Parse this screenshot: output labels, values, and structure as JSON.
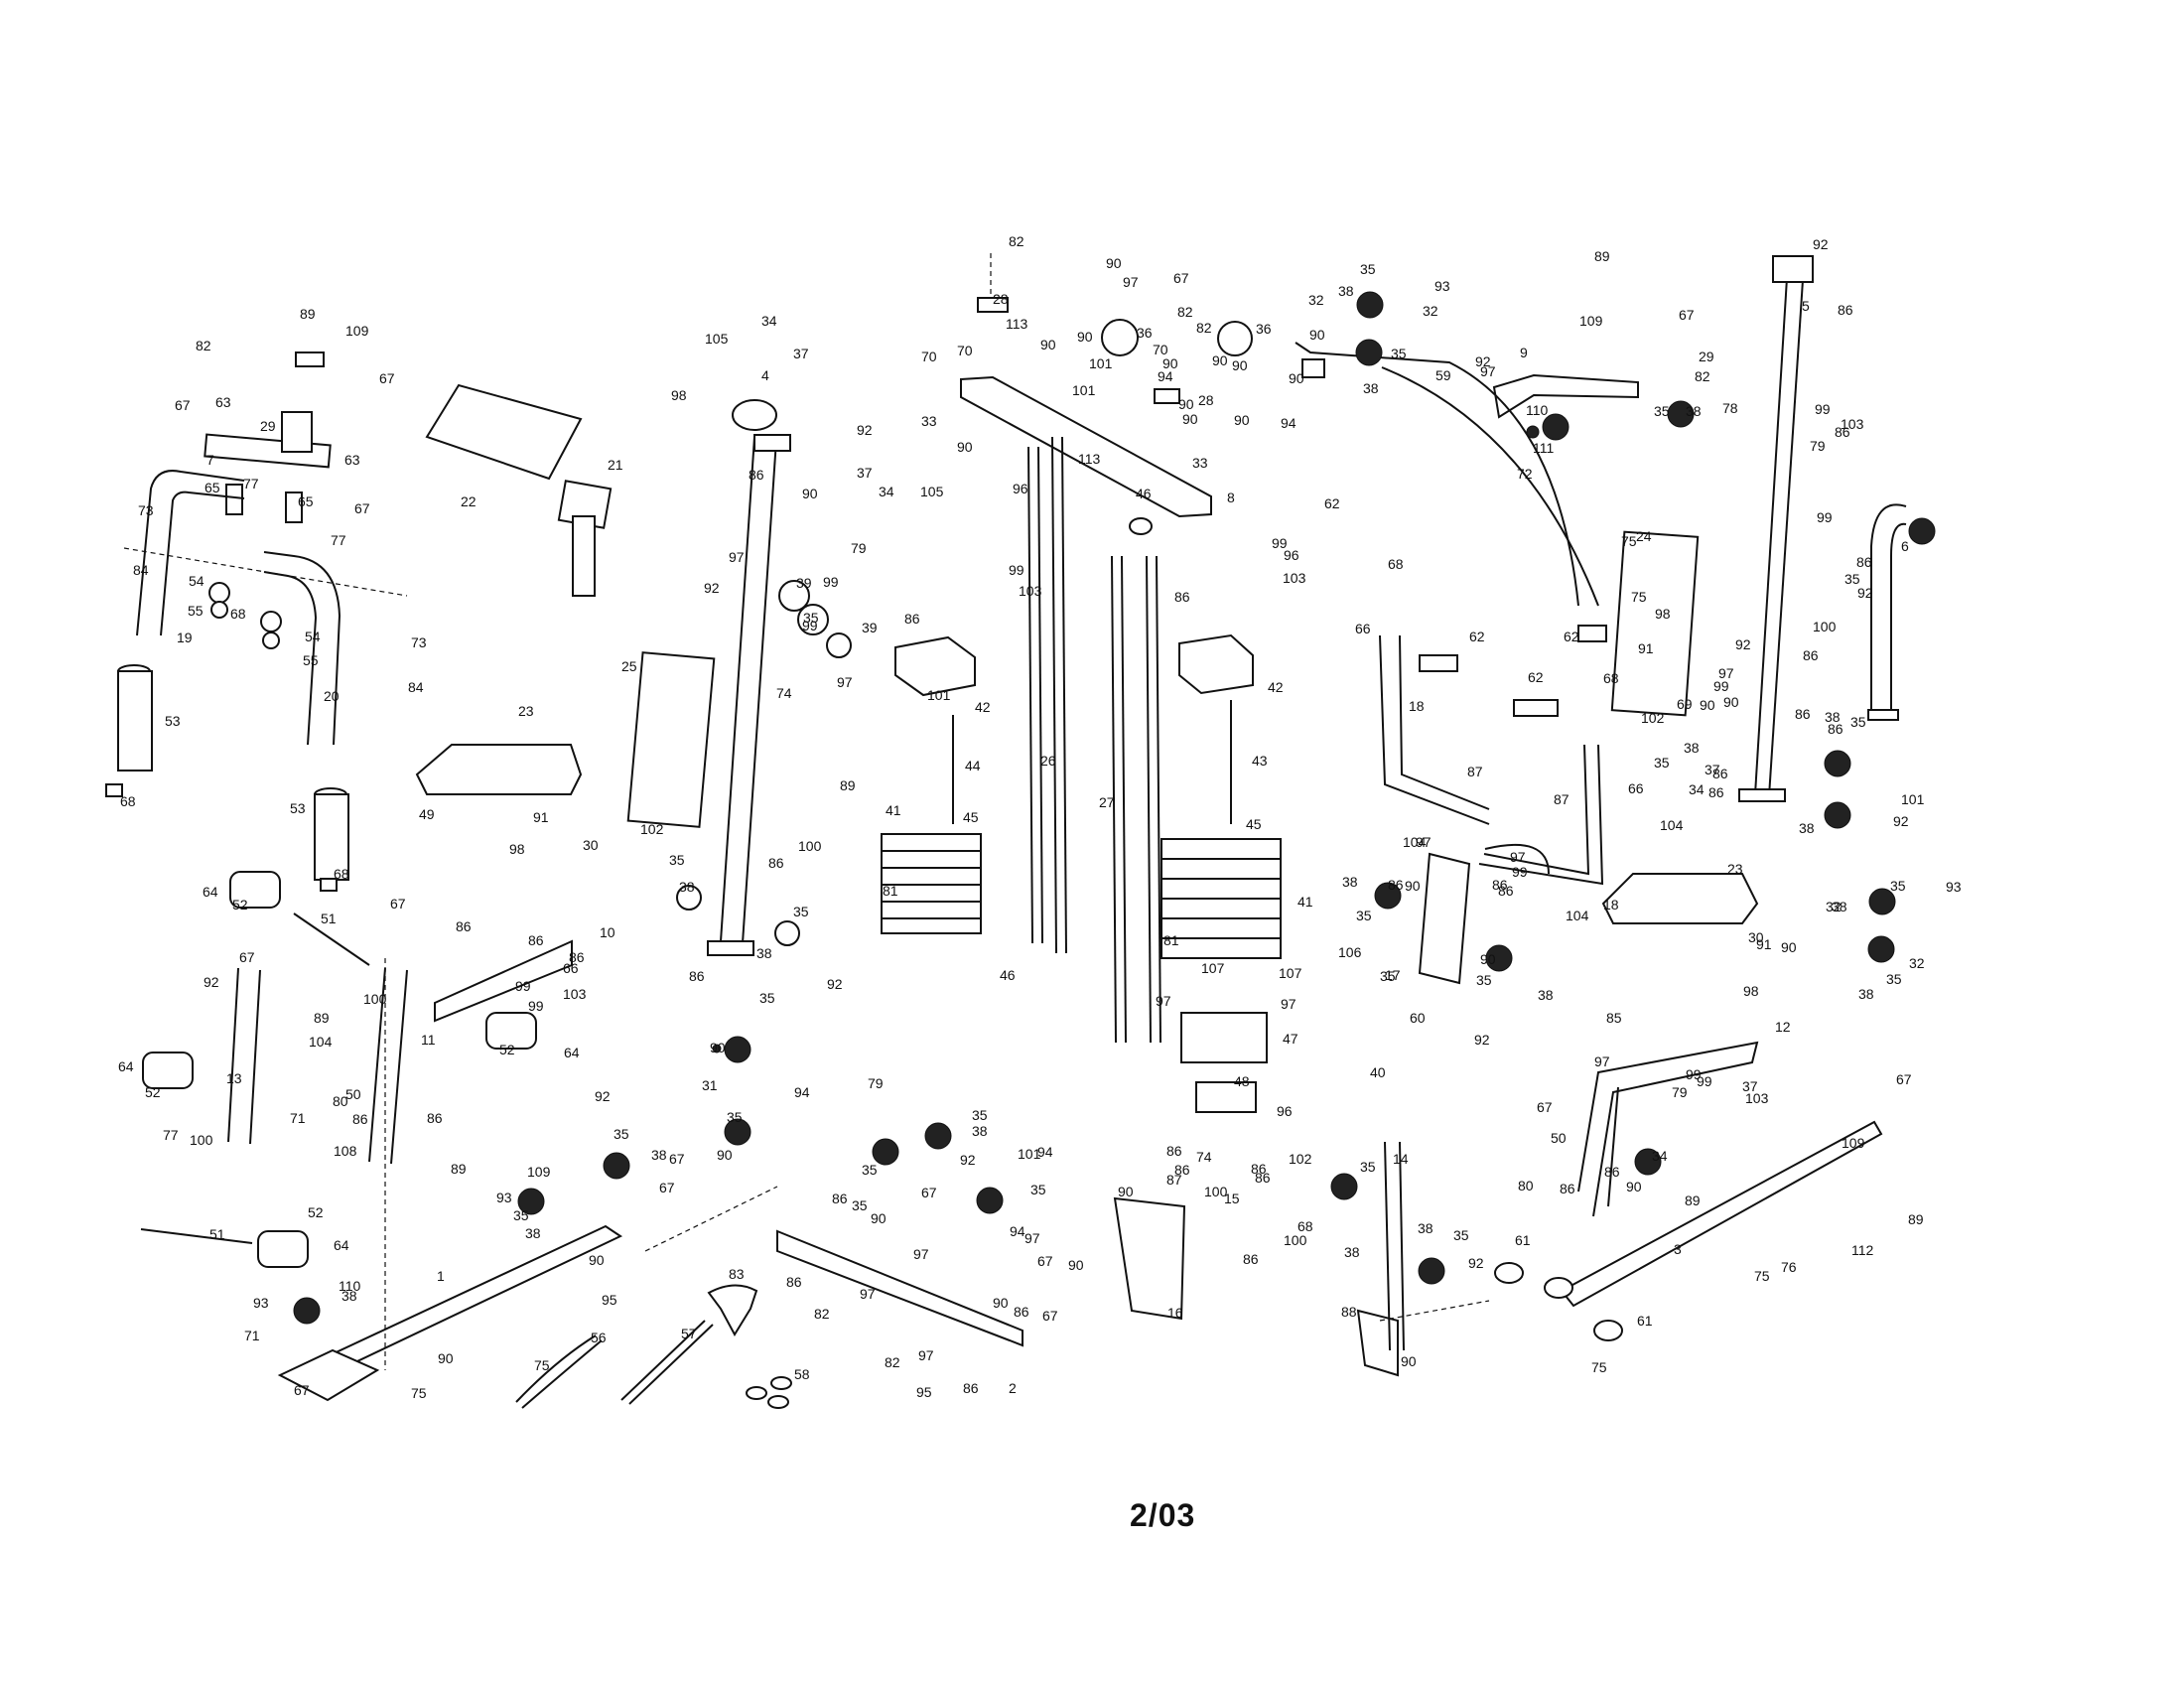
{
  "footer": {
    "page_code": "2/03"
  },
  "callouts": [
    [
      "1",
      440,
      1290
    ],
    [
      "2",
      1016,
      1403
    ],
    [
      "3",
      1686,
      1263
    ],
    [
      "4",
      767,
      383
    ],
    [
      "5",
      1815,
      313
    ],
    [
      "6",
      1915,
      555
    ],
    [
      "7",
      208,
      468
    ],
    [
      "8",
      1236,
      506
    ],
    [
      "9",
      1531,
      360
    ],
    [
      "10",
      604,
      944
    ],
    [
      "11",
      424,
      1052
    ],
    [
      "12",
      1788,
      1039
    ],
    [
      "13",
      228,
      1091
    ],
    [
      "14",
      1403,
      1172
    ],
    [
      "15",
      1233,
      1212
    ],
    [
      "16",
      1176,
      1327
    ],
    [
      "17",
      1395,
      987
    ],
    [
      "18",
      1419,
      716
    ],
    [
      "18",
      1615,
      916
    ],
    [
      "19",
      178,
      647
    ],
    [
      "20",
      326,
      706
    ],
    [
      "21",
      612,
      473
    ],
    [
      "22",
      464,
      510
    ],
    [
      "23",
      522,
      721
    ],
    [
      "23",
      1740,
      880
    ],
    [
      "24",
      1648,
      545
    ],
    [
      "25",
      626,
      676
    ],
    [
      "26",
      1048,
      771
    ],
    [
      "27",
      1107,
      813
    ],
    [
      "28",
      1000,
      306
    ],
    [
      "28",
      1207,
      408
    ],
    [
      "29",
      1711,
      364
    ],
    [
      "29",
      262,
      434
    ],
    [
      "30",
      587,
      856
    ],
    [
      "30",
      1761,
      949
    ],
    [
      "31",
      707,
      1098
    ],
    [
      "32",
      1318,
      307
    ],
    [
      "32",
      1433,
      318
    ],
    [
      "32",
      1839,
      918
    ],
    [
      "32",
      1923,
      975
    ],
    [
      "33",
      928,
      429
    ],
    [
      "33",
      1201,
      471
    ],
    [
      "34",
      767,
      328
    ],
    [
      "34",
      885,
      500
    ],
    [
      "34",
      1701,
      800
    ],
    [
      "34",
      1664,
      1169
    ],
    [
      "35",
      1370,
      276
    ],
    [
      "35",
      1401,
      361
    ],
    [
      "35",
      809,
      627
    ],
    [
      "35",
      674,
      871
    ],
    [
      "35",
      799,
      923
    ],
    [
      "35",
      765,
      1010
    ],
    [
      "35",
      732,
      1130
    ],
    [
      "35",
      1366,
      927
    ],
    [
      "35",
      1390,
      988
    ],
    [
      "35",
      1487,
      992
    ],
    [
      "35",
      1666,
      773
    ],
    [
      "35",
      1858,
      588
    ],
    [
      "35",
      1864,
      732
    ],
    [
      "35",
      1904,
      897
    ],
    [
      "35",
      1900,
      991
    ],
    [
      "35",
      1666,
      419
    ],
    [
      "35",
      1370,
      1180
    ],
    [
      "35",
      1464,
      1249
    ],
    [
      "35",
      868,
      1183
    ],
    [
      "35",
      858,
      1219
    ],
    [
      "35",
      979,
      1128
    ],
    [
      "35",
      1038,
      1203
    ],
    [
      "35",
      517,
      1229
    ],
    [
      "35",
      618,
      1147
    ],
    [
      "36",
      1145,
      340
    ],
    [
      "36",
      1265,
      336
    ],
    [
      "37",
      863,
      481
    ],
    [
      "37",
      799,
      361
    ],
    [
      "37",
      1717,
      780
    ],
    [
      "37",
      1755,
      1099
    ],
    [
      "38",
      1348,
      298
    ],
    [
      "38",
      1373,
      396
    ],
    [
      "38",
      1698,
      419
    ],
    [
      "38",
      1838,
      727
    ],
    [
      "38",
      1845,
      918
    ],
    [
      "38",
      1872,
      1006
    ],
    [
      "38",
      1812,
      839
    ],
    [
      "38",
      1696,
      758
    ],
    [
      "38",
      684,
      898
    ],
    [
      "38",
      762,
      965
    ],
    [
      "38",
      1352,
      893
    ],
    [
      "38",
      1549,
      1007
    ],
    [
      "38",
      1354,
      1266
    ],
    [
      "38",
      1428,
      1242
    ],
    [
      "38",
      979,
      1144
    ],
    [
      "38",
      529,
      1247
    ],
    [
      "38",
      656,
      1168
    ],
    [
      "38",
      344,
      1310
    ],
    [
      "39",
      802,
      592
    ],
    [
      "39",
      868,
      637
    ],
    [
      "40",
      1380,
      1085
    ],
    [
      "41",
      892,
      821
    ],
    [
      "41",
      1307,
      913
    ],
    [
      "42",
      982,
      717
    ],
    [
      "42",
      1277,
      697
    ],
    [
      "43",
      1261,
      771
    ],
    [
      "44",
      972,
      776
    ],
    [
      "45",
      970,
      828
    ],
    [
      "45",
      1255,
      835
    ],
    [
      "46",
      1007,
      987
    ],
    [
      "46",
      1144,
      502
    ],
    [
      "47",
      1292,
      1051
    ],
    [
      "48",
      1243,
      1094
    ],
    [
      "49",
      422,
      825
    ],
    [
      "50",
      348,
      1107
    ],
    [
      "50",
      1562,
      1151
    ],
    [
      "51",
      323,
      930
    ],
    [
      "51",
      211,
      1248
    ],
    [
      "52",
      234,
      916
    ],
    [
      "52",
      146,
      1105
    ],
    [
      "52",
      503,
      1062
    ],
    [
      "52",
      310,
      1226
    ],
    [
      "53",
      166,
      731
    ],
    [
      "53",
      292,
      819
    ],
    [
      "54",
      190,
      590
    ],
    [
      "54",
      307,
      646
    ],
    [
      "55",
      189,
      620
    ],
    [
      "55",
      305,
      670
    ],
    [
      "56",
      595,
      1352
    ],
    [
      "57",
      686,
      1348
    ],
    [
      "58",
      800,
      1389
    ],
    [
      "59",
      1446,
      383
    ],
    [
      "60",
      1420,
      1030
    ],
    [
      "61",
      1526,
      1254
    ],
    [
      "61",
      1649,
      1335
    ],
    [
      "62",
      1334,
      512
    ],
    [
      "62",
      1480,
      646
    ],
    [
      "62",
      1575,
      646
    ],
    [
      "62",
      1539,
      687
    ],
    [
      "63",
      217,
      410
    ],
    [
      "63",
      347,
      468
    ],
    [
      "64",
      204,
      903
    ],
    [
      "64",
      119,
      1079
    ],
    [
      "64",
      568,
      1065
    ],
    [
      "64",
      336,
      1259
    ],
    [
      "65",
      206,
      496
    ],
    [
      "65",
      300,
      510
    ],
    [
      "66",
      567,
      980
    ],
    [
      "66",
      1365,
      638
    ],
    [
      "66",
      1640,
      799
    ],
    [
      "67",
      176,
      413
    ],
    [
      "67",
      382,
      386
    ],
    [
      "67",
      357,
      517
    ],
    [
      "67",
      241,
      969
    ],
    [
      "67",
      393,
      915
    ],
    [
      "67",
      674,
      1172
    ],
    [
      "67",
      1182,
      285
    ],
    [
      "67",
      1691,
      322
    ],
    [
      "67",
      1910,
      1092
    ],
    [
      "67",
      1548,
      1120
    ],
    [
      "67",
      1045,
      1275
    ],
    [
      "67",
      1050,
      1330
    ],
    [
      "67",
      664,
      1201
    ],
    [
      "67",
      928,
      1206
    ],
    [
      "67",
      296,
      1405
    ],
    [
      "68",
      121,
      812
    ],
    [
      "68",
      232,
      623
    ],
    [
      "68",
      336,
      885
    ],
    [
      "68",
      1398,
      573
    ],
    [
      "68",
      1615,
      688
    ],
    [
      "68",
      1307,
      1240
    ],
    [
      "69",
      1689,
      714
    ],
    [
      "70",
      964,
      358
    ],
    [
      "70",
      1161,
      357
    ],
    [
      "70",
      928,
      364
    ],
    [
      "71",
      292,
      1131
    ],
    [
      "71",
      246,
      1350
    ],
    [
      "72",
      1528,
      482
    ],
    [
      "73",
      139,
      519
    ],
    [
      "73",
      414,
      652
    ],
    [
      "74",
      782,
      703
    ],
    [
      "74",
      1205,
      1170
    ],
    [
      "75",
      1633,
      550
    ],
    [
      "75",
      1643,
      606
    ],
    [
      "75",
      538,
      1380
    ],
    [
      "75",
      1767,
      1290
    ],
    [
      "75",
      1603,
      1382
    ],
    [
      "75",
      414,
      1408
    ],
    [
      "76",
      1794,
      1281
    ],
    [
      "77",
      245,
      492
    ],
    [
      "77",
      333,
      549
    ],
    [
      "77",
      164,
      1148
    ],
    [
      "78",
      1735,
      416
    ],
    [
      "79",
      857,
      557
    ],
    [
      "79",
      874,
      1096
    ],
    [
      "79",
      1823,
      454
    ],
    [
      "79",
      1684,
      1105
    ],
    [
      "80",
      335,
      1114
    ],
    [
      "80",
      1529,
      1199
    ],
    [
      "81",
      889,
      902
    ],
    [
      "81",
      1172,
      952
    ],
    [
      "82",
      1016,
      248
    ],
    [
      "82",
      197,
      353
    ],
    [
      "82",
      1186,
      319
    ],
    [
      "82",
      1205,
      335
    ],
    [
      "82",
      1707,
      384
    ],
    [
      "82",
      820,
      1328
    ],
    [
      "82",
      891,
      1377
    ],
    [
      "83",
      734,
      1288
    ],
    [
      "84",
      134,
      579
    ],
    [
      "84",
      411,
      697
    ],
    [
      "85",
      1618,
      1030
    ],
    [
      "86",
      754,
      483
    ],
    [
      "86",
      911,
      628
    ],
    [
      "86",
      1183,
      606
    ],
    [
      "86",
      1851,
      317
    ],
    [
      "86",
      1848,
      440
    ],
    [
      "86",
      1870,
      571
    ],
    [
      "86",
      1808,
      724
    ],
    [
      "86",
      1816,
      665
    ],
    [
      "86",
      1841,
      739
    ],
    [
      "86",
      1725,
      784
    ],
    [
      "86",
      1503,
      896
    ],
    [
      "86",
      459,
      938
    ],
    [
      "86",
      532,
      952
    ],
    [
      "86",
      573,
      969
    ],
    [
      "86",
      774,
      874
    ],
    [
      "86",
      694,
      988
    ],
    [
      "86",
      1398,
      896
    ],
    [
      "86",
      1509,
      902
    ],
    [
      "86",
      1175,
      1164
    ],
    [
      "86",
      1183,
      1183
    ],
    [
      "86",
      1260,
      1182
    ],
    [
      "86",
      1264,
      1191
    ],
    [
      "86",
      1252,
      1273
    ],
    [
      "86",
      1616,
      1185
    ],
    [
      "86",
      1571,
      1202
    ],
    [
      "86",
      430,
      1131
    ],
    [
      "86",
      355,
      1132
    ],
    [
      "86",
      838,
      1212
    ],
    [
      "86",
      792,
      1296
    ],
    [
      "86",
      1021,
      1326
    ],
    [
      "86",
      970,
      1403
    ],
    [
      "86",
      1721,
      803
    ],
    [
      "87",
      1478,
      782
    ],
    [
      "87",
      1565,
      810
    ],
    [
      "87",
      1175,
      1193
    ],
    [
      "88",
      1351,
      1326
    ],
    [
      "89",
      302,
      321
    ],
    [
      "89",
      1606,
      263
    ],
    [
      "89",
      1697,
      1214
    ],
    [
      "89",
      846,
      796
    ],
    [
      "89",
      316,
      1030
    ],
    [
      "89",
      454,
      1182
    ],
    [
      "89",
      1922,
      1233
    ],
    [
      "90",
      1114,
      270
    ],
    [
      "90",
      1085,
      344
    ],
    [
      "90",
      1221,
      368
    ],
    [
      "90",
      1171,
      371
    ],
    [
      "90",
      1241,
      373
    ],
    [
      "90",
      964,
      455
    ],
    [
      "90",
      1243,
      428
    ],
    [
      "90",
      1191,
      427
    ],
    [
      "90",
      1298,
      386
    ],
    [
      "90",
      1319,
      342
    ],
    [
      "90",
      1048,
      352
    ],
    [
      "90",
      1187,
      412
    ],
    [
      "90",
      808,
      502
    ],
    [
      "90",
      1736,
      712
    ],
    [
      "90",
      1712,
      715
    ],
    [
      "90",
      1415,
      897
    ],
    [
      "90",
      1491,
      971
    ],
    [
      "90",
      1794,
      959
    ],
    [
      "90",
      1638,
      1200
    ],
    [
      "90",
      1126,
      1205
    ],
    [
      "90",
      1411,
      1376
    ],
    [
      "90",
      715,
      1060
    ],
    [
      "90",
      722,
      1168
    ],
    [
      "90",
      593,
      1274
    ],
    [
      "90",
      441,
      1373
    ],
    [
      "90",
      877,
      1232
    ],
    [
      "90",
      1076,
      1279
    ],
    [
      "90",
      1000,
      1317
    ],
    [
      "91",
      1650,
      658
    ],
    [
      "91",
      537,
      828
    ],
    [
      "91",
      1769,
      956
    ],
    [
      "92",
      1826,
      251
    ],
    [
      "92",
      1486,
      369
    ],
    [
      "92",
      1748,
      654
    ],
    [
      "92",
      709,
      597
    ],
    [
      "92",
      1871,
      602
    ],
    [
      "92",
      863,
      438
    ],
    [
      "92",
      833,
      996
    ],
    [
      "92",
      1485,
      1052
    ],
    [
      "92",
      1907,
      832
    ],
    [
      "92",
      205,
      994
    ],
    [
      "92",
      599,
      1109
    ],
    [
      "92",
      967,
      1173
    ],
    [
      "92",
      1479,
      1277
    ],
    [
      "93",
      1445,
      293
    ],
    [
      "93",
      1960,
      898
    ],
    [
      "93",
      500,
      1211
    ],
    [
      "93",
      255,
      1317
    ],
    [
      "94",
      1290,
      431
    ],
    [
      "94",
      1166,
      384
    ],
    [
      "94",
      800,
      1105
    ],
    [
      "94",
      1045,
      1165
    ],
    [
      "94",
      1017,
      1245
    ],
    [
      "95",
      606,
      1314
    ],
    [
      "95",
      923,
      1407
    ],
    [
      "96",
      1020,
      497
    ],
    [
      "96",
      1293,
      564
    ],
    [
      "96",
      1286,
      1124
    ],
    [
      "97",
      1131,
      289
    ],
    [
      "97",
      1491,
      379
    ],
    [
      "97",
      734,
      566
    ],
    [
      "97",
      843,
      692
    ],
    [
      "97",
      1731,
      683
    ],
    [
      "97",
      1426,
      853
    ],
    [
      "97",
      1521,
      868
    ],
    [
      "97",
      1290,
      1016
    ],
    [
      "97",
      1164,
      1013
    ],
    [
      "97",
      1606,
      1074
    ],
    [
      "97",
      920,
      1268
    ],
    [
      "97",
      866,
      1308
    ],
    [
      "97",
      1032,
      1252
    ],
    [
      "97",
      925,
      1370
    ],
    [
      "98",
      676,
      403
    ],
    [
      "98",
      1667,
      623
    ],
    [
      "98",
      513,
      860
    ],
    [
      "98",
      1756,
      1003
    ],
    [
      "99",
      1016,
      579
    ],
    [
      "99",
      829,
      591
    ],
    [
      "99",
      1828,
      417
    ],
    [
      "99",
      1281,
      552
    ],
    [
      "99",
      1830,
      526
    ],
    [
      "99",
      808,
      635
    ],
    [
      "99",
      1726,
      696
    ],
    [
      "99",
      1523,
      883
    ],
    [
      "99",
      519,
      998
    ],
    [
      "99",
      532,
      1018
    ],
    [
      "99",
      1698,
      1087
    ],
    [
      "99",
      1709,
      1094
    ],
    [
      "100",
      804,
      857
    ],
    [
      "100",
      1826,
      636
    ],
    [
      "100",
      366,
      1011
    ],
    [
      "100",
      191,
      1153
    ],
    [
      "100",
      1213,
      1205
    ],
    [
      "100",
      1293,
      1254
    ],
    [
      "101",
      1097,
      371
    ],
    [
      "101",
      934,
      705
    ],
    [
      "101",
      1915,
      810
    ],
    [
      "101",
      1025,
      1167
    ],
    [
      "101",
      1080,
      398
    ],
    [
      "102",
      645,
      840
    ],
    [
      "102",
      1653,
      728
    ],
    [
      "102",
      1298,
      1172
    ],
    [
      "103",
      1026,
      600
    ],
    [
      "103",
      1854,
      432
    ],
    [
      "103",
      1292,
      587
    ],
    [
      "103",
      567,
      1006
    ],
    [
      "103",
      1758,
      1111
    ],
    [
      "104",
      1413,
      853
    ],
    [
      "104",
      1672,
      836
    ],
    [
      "104",
      1577,
      927
    ],
    [
      "104",
      311,
      1054
    ],
    [
      "105",
      710,
      346
    ],
    [
      "105",
      927,
      500
    ],
    [
      "106",
      1348,
      964
    ],
    [
      "107",
      1210,
      980
    ],
    [
      "107",
      1288,
      985
    ],
    [
      "108",
      336,
      1164
    ],
    [
      "109",
      348,
      338
    ],
    [
      "109",
      1591,
      328
    ],
    [
      "109",
      531,
      1185
    ],
    [
      "109",
      1855,
      1156
    ],
    [
      "110",
      1537,
      418
    ],
    [
      "110",
      341,
      1300
    ],
    [
      "111",
      1544,
      456
    ],
    [
      "112",
      1865,
      1264
    ],
    [
      "113",
      1013,
      331
    ],
    [
      "113",
      1086,
      467
    ]
  ]
}
